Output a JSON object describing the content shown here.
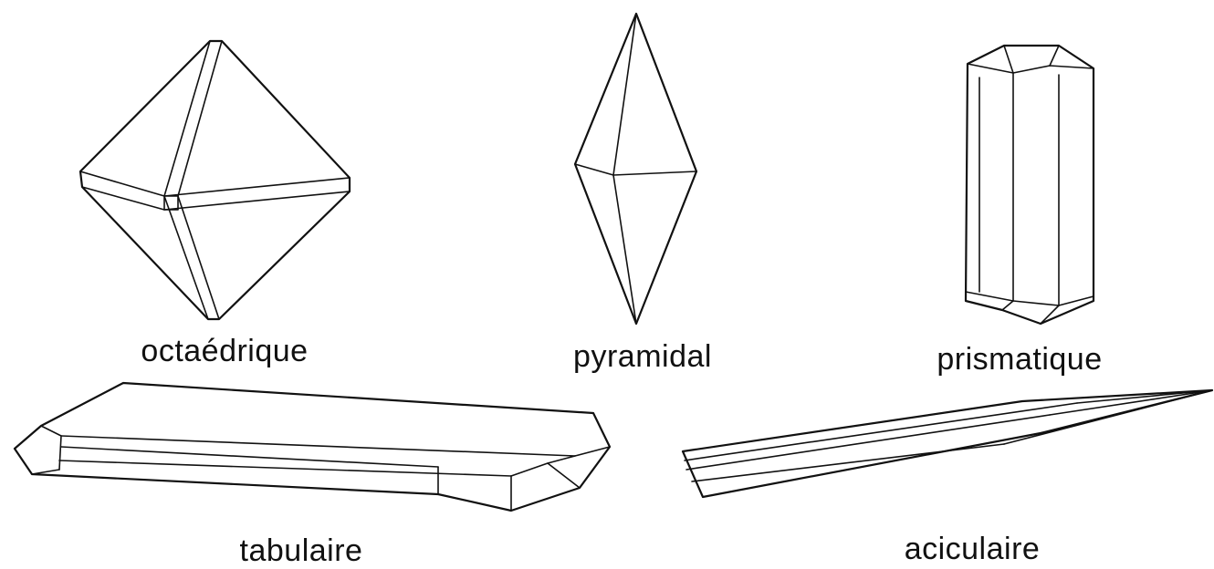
{
  "figure": {
    "shapes": [
      {
        "id": "octaedrique",
        "label": "octaédrique"
      },
      {
        "id": "pyramidal",
        "label": "pyramidal"
      },
      {
        "id": "prismatique",
        "label": "prismatique"
      },
      {
        "id": "tabulaire",
        "label": "tabulaire"
      },
      {
        "id": "aciculaire",
        "label": "aciculaire"
      }
    ]
  },
  "colors": {
    "line": "#111111",
    "background": "#ffffff"
  }
}
